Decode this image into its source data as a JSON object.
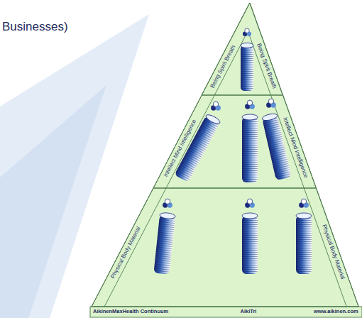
{
  "diagram": {
    "nodes": [
      {
        "text": [
          "Being Spirit Breath",
          "Being Spirit Breath"
        ]
      },
      {
        "text": [
          "Intellect Mind Intelligence",
          "Intellect Mind Intelligence"
        ]
      },
      {
        "text": [
          "Physical Body Material",
          "Physical Body Material"
        ]
      }
    ],
    "labels": [
      "Businesses)",
      "AikinenMaxHealth Continuum",
      "AikiTri",
      "www.aikinen.com"
    ]
  }
}
